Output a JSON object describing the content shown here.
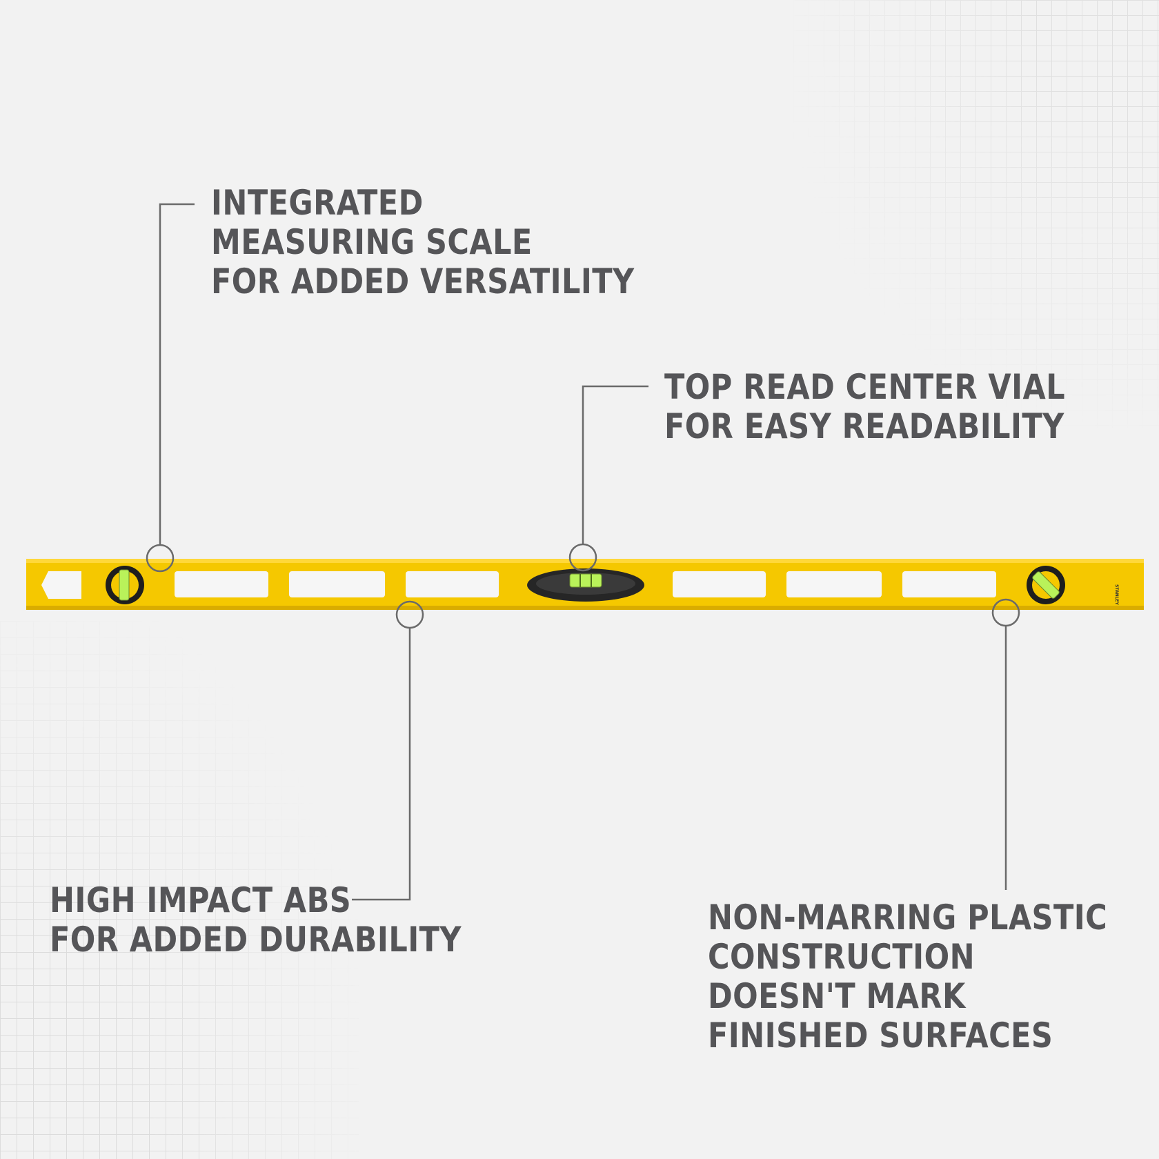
{
  "callouts": {
    "scale": {
      "line1": "INTEGRATED",
      "line2": "MEASURING SCALE",
      "line3": "FOR ADDED VERSATILITY"
    },
    "vial": {
      "line1": "TOP READ CENTER VIAL",
      "line2": "FOR EASY READABILITY"
    },
    "abs": {
      "line1": "HIGH IMPACT ABS",
      "line2": "FOR ADDED DURABILITY"
    },
    "plastic": {
      "line1": "NON-MARRING PLASTIC",
      "line2": "CONSTRUCTION",
      "line3": "DOESN'T MARK",
      "line4": "FINISHED SURFACES"
    }
  },
  "level": {
    "brand": "STANLEY",
    "body_color": "#f5c800",
    "vial_liquid_color": "#b9f25a"
  }
}
